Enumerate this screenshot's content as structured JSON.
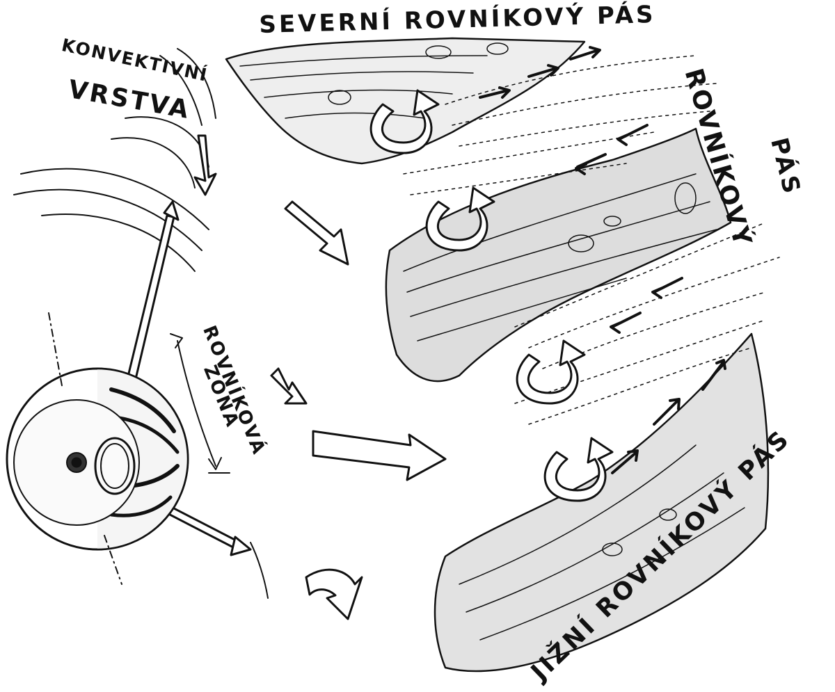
{
  "labels": {
    "north_belt": "SEVERNÍ ROVNÍKOVÝ PÁS",
    "convective_line1": "KONVEKTIVNÍ",
    "convective_line2": "VRSTVA",
    "equatorial_belt_line1": "ROVNÍKOVÝ",
    "equatorial_belt_line2": "PÁS",
    "equatorial_zone_line1": "ROVNÍKOVÁ",
    "equatorial_zone_line2": "ZÓNA",
    "south_belt": "JIŽNÍ ROVNÍKOVÝ PÁS"
  },
  "icons": {
    "planet": "planet-cutaway-icon",
    "flow_arrow": "flow-arrow-icon",
    "circulation_arrow": "circulation-arrow-icon"
  },
  "colors": {
    "ink": "#111111",
    "paper": "#ffffff"
  }
}
